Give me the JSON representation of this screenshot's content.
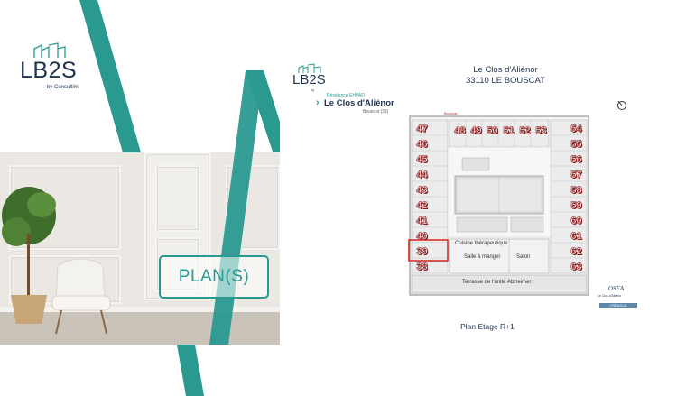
{
  "brand": {
    "name": "LB2S",
    "by": "by Consultim"
  },
  "brand_right": {
    "name": "LB2S",
    "by": "by"
  },
  "residence": {
    "label": "Résidence EHPAD",
    "name": "Le Clos d'Aliénor",
    "city_small": "Bouscat (33)"
  },
  "header": {
    "title": "Le Clos d'Aliénor",
    "subtitle": "33110 LE BOUSCAT"
  },
  "plan_button": {
    "label": "PLAN(S)"
  },
  "plan": {
    "caption": "Plan Etage R+1",
    "top_label": "Bouscat",
    "units_left": [
      "47",
      "46",
      "45",
      "44",
      "43",
      "42",
      "41",
      "40",
      "39",
      "38"
    ],
    "units_top": [
      "48",
      "49",
      "50",
      "51",
      "52",
      "53"
    ],
    "units_right": [
      "54",
      "55",
      "56",
      "57",
      "58",
      "59",
      "60",
      "61",
      "62",
      "63"
    ],
    "highlighted_unit": "39",
    "rooms": {
      "kitchen": "Cuisine thérapeutique",
      "dining": "Salle à manger",
      "lounge": "Salon",
      "terrace": "Terrasse de l'unité Alzheimer"
    }
  },
  "partner": {
    "name": "OSEA",
    "line": "Le Clos d'Aliénor",
    "sub": "CREASUD"
  },
  "colors": {
    "teal": "#2a9a91",
    "navy": "#1f3350",
    "highlight": "#d9302a"
  }
}
